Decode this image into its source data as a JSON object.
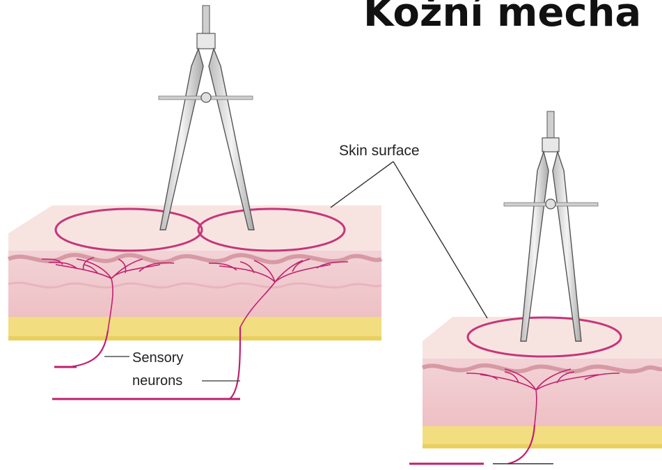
{
  "title": "Kožní mecha",
  "labels": {
    "skin_surface": "Skin surface",
    "sensory": "Sensory",
    "neurons": "neurons"
  },
  "colors": {
    "skin_top": "#f6e2df",
    "skin_side": "#efc9cc",
    "fat_layer": "#f1dc7a",
    "receptive_field": "#c7357a",
    "neuron": "#c0206e",
    "caliper": "#d9d9d9",
    "caliper_stroke": "#555555"
  }
}
